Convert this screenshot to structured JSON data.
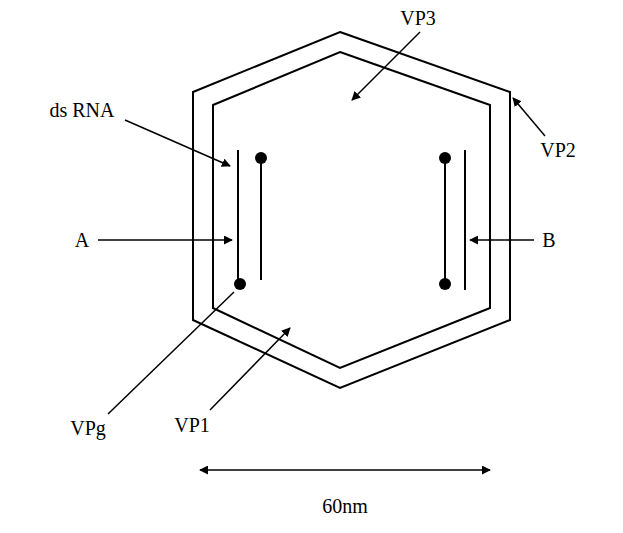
{
  "diagram": {
    "labels": [
      "VP3",
      "ds RNA",
      "VP2",
      "A",
      "B",
      "VPg",
      "VP1",
      "60nm"
    ]
  }
}
